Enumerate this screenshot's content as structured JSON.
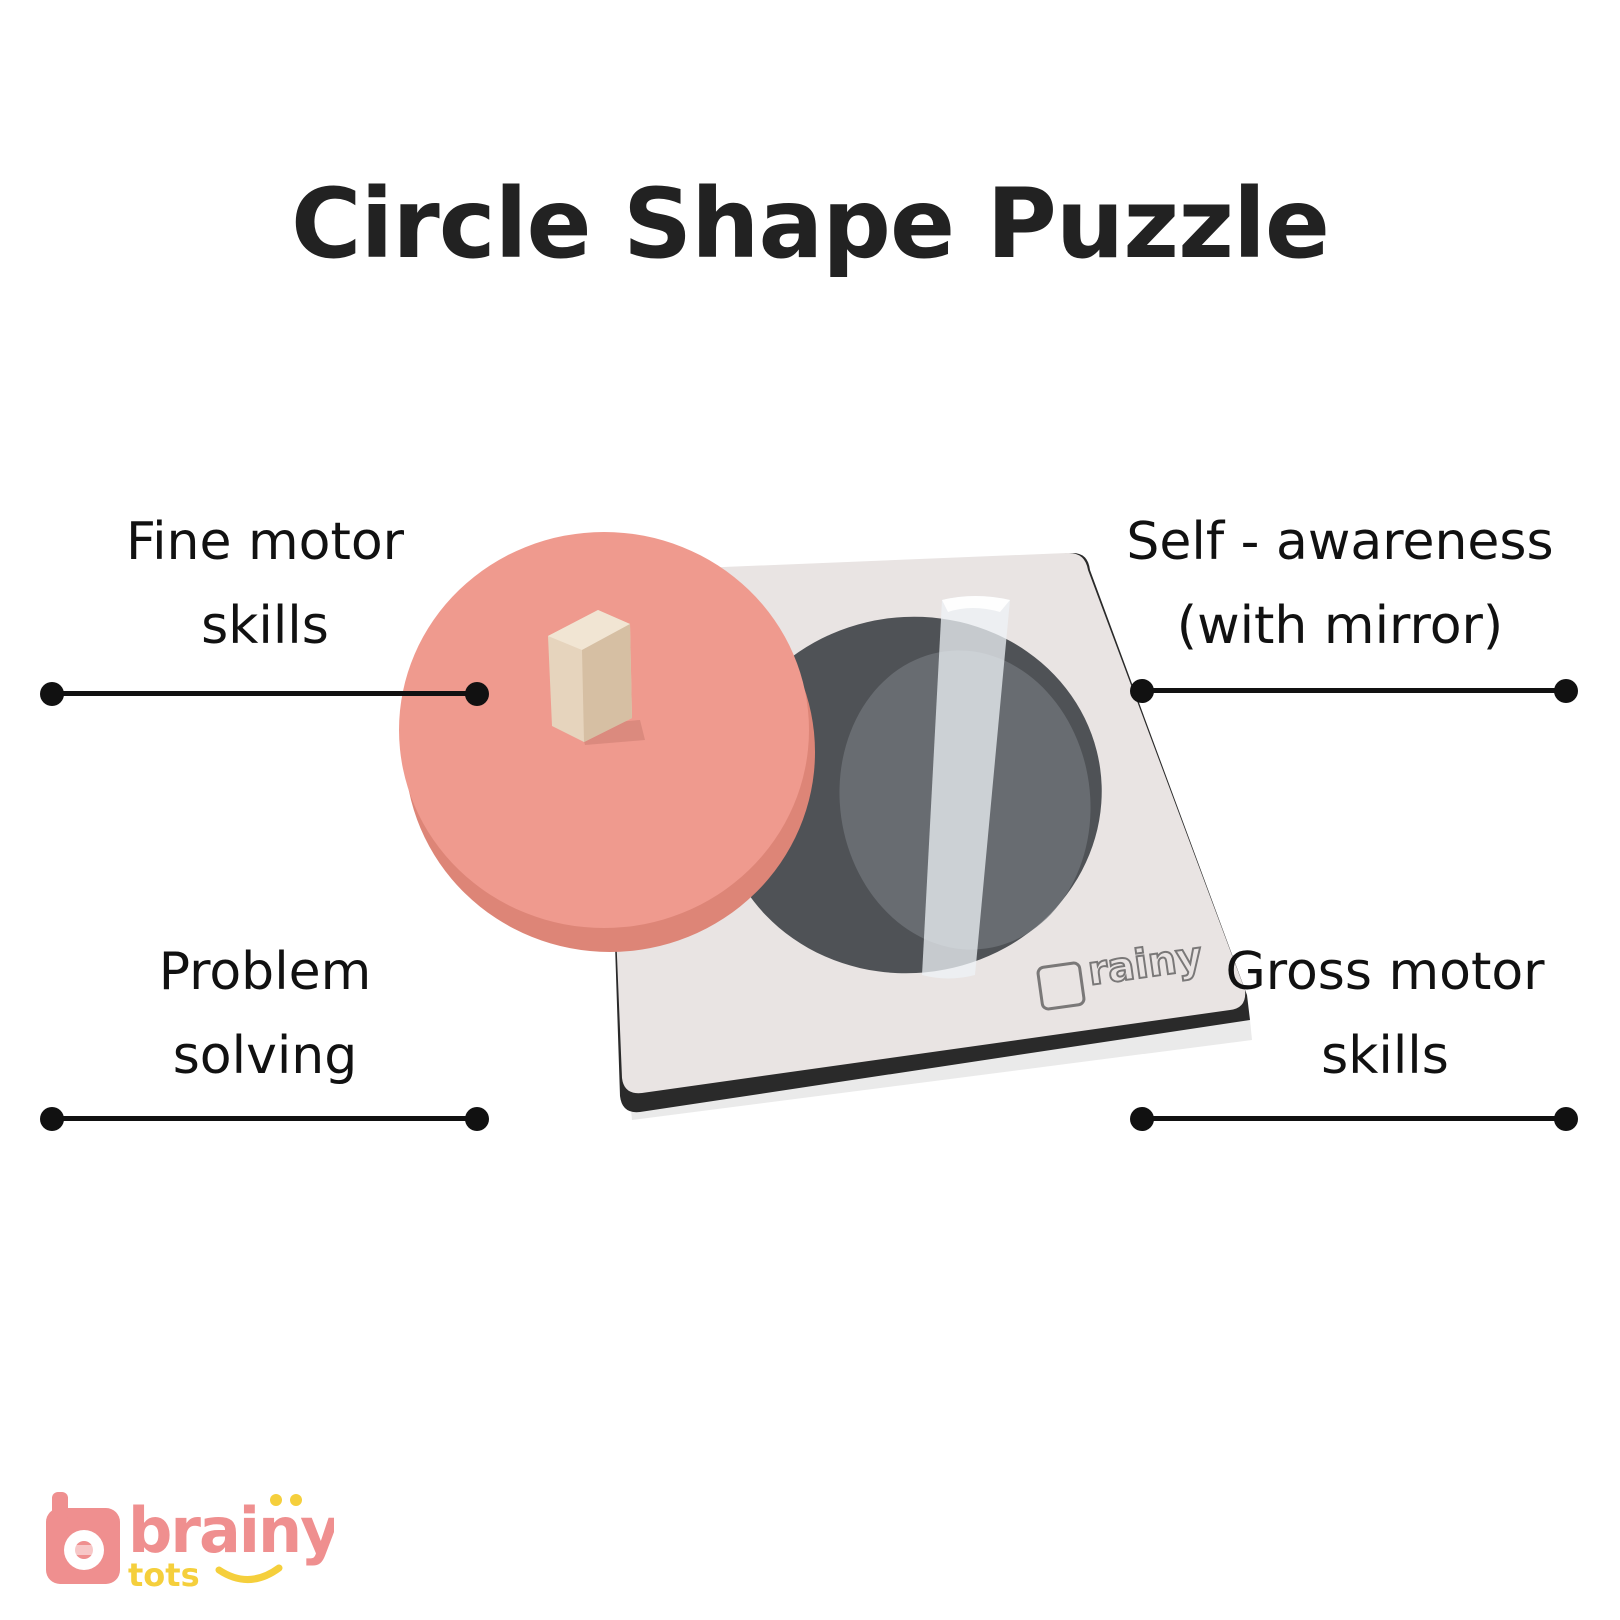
{
  "title": "Circle Shape Puzzle",
  "features": [
    {
      "lines": [
        "Fine motor",
        "skills"
      ]
    },
    {
      "lines": [
        "Self - awareness",
        "(with mirror)"
      ]
    },
    {
      "lines": [
        "Problem",
        "solving"
      ]
    },
    {
      "lines": [
        "Gross motor",
        "skills"
      ]
    }
  ],
  "brand": {
    "logo_text": "brainy",
    "logo_subtext": "tots"
  },
  "colors": {
    "title": "#222222",
    "disc": "#ef9a8e",
    "disc_edge": "#dd8577",
    "wood": "#e9e4e3",
    "mirror": "#4f5256",
    "logo_pink": "#ef8f8f",
    "logo_yellow": "#f5cf3c"
  }
}
